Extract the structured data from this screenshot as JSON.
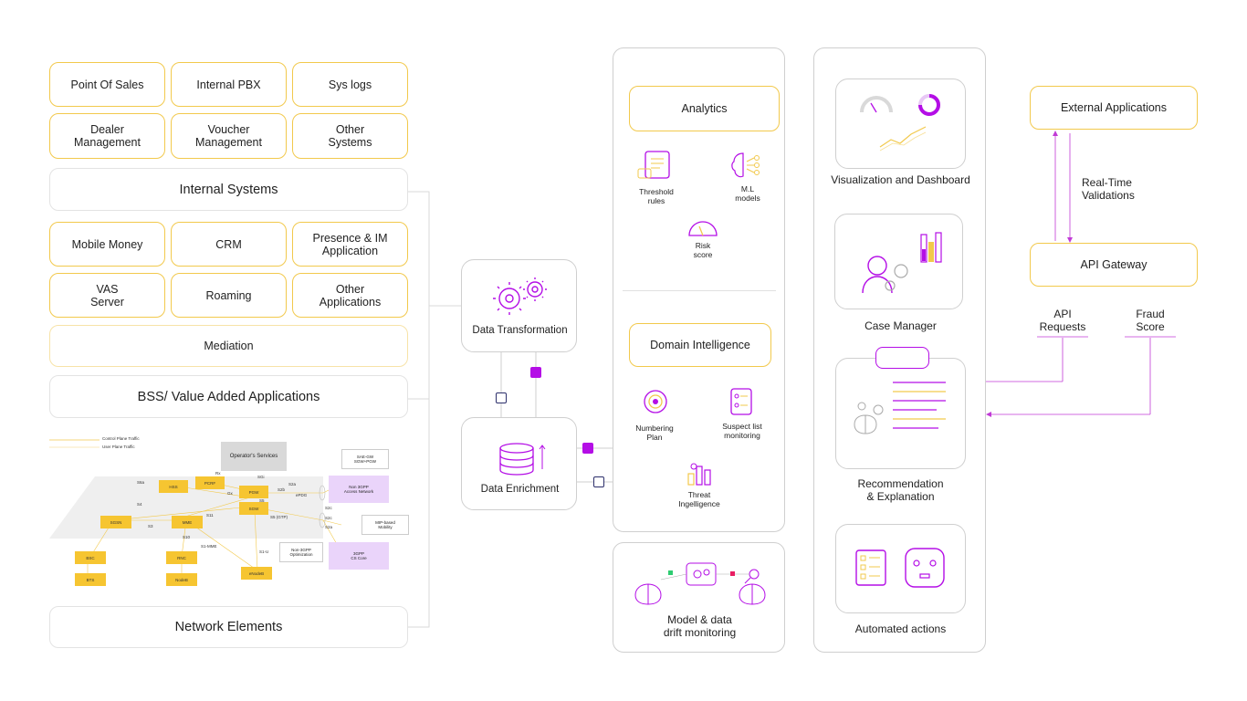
{
  "sources": {
    "row1": [
      "Point Of Sales",
      "Internal PBX",
      "Sys logs"
    ],
    "row2": [
      "Dealer\nManagement",
      "Voucher\nManagement",
      "Other\nSystems"
    ],
    "internal_systems": "Internal Systems",
    "row3": [
      "Mobile Money",
      "CRM",
      "Presence & IM\nApplication"
    ],
    "row4": [
      "VAS\nServer",
      "Roaming",
      "Other\nApplications"
    ],
    "mediation": "Mediation",
    "bss": "BSS/ Value Added Applications",
    "network_elements": "Network Elements"
  },
  "network_diagram": {
    "legend": [
      "Control Plane Traffic",
      "User Plane Traffic"
    ],
    "operator_services": "Operator's Services",
    "nodes": [
      "HSS",
      "PCRF",
      "PGW",
      "SGW",
      "SGSN",
      "MME",
      "BSC",
      "BTS",
      "RNC",
      "NodeB",
      "eNodeB",
      "ePDG"
    ],
    "boxes": [
      "SAE-GW\nSGW+PGW",
      "Non 3GPP\nAccess Network",
      "MIP-based\nMobility",
      "Non-3GPP\nOptimization",
      "3GPP\nCS Core"
    ],
    "links": [
      "S6a",
      "Gx",
      "S5",
      "S4",
      "S11",
      "S3",
      "S10",
      "S2a",
      "S2b",
      "S2c",
      "SGi",
      "S1-MME",
      "S1-U",
      "Rx",
      "S5 (GTP)",
      "S2c",
      "S2a"
    ]
  },
  "processing": {
    "transformation": "Data Transformation",
    "enrichment": "Data Enrichment"
  },
  "analytics_panel": {
    "analytics": "Analytics",
    "threshold": "Threshold\nrules",
    "ml": "M.L\nmodels",
    "risk": "Risk\nscore",
    "domain": "Domain Intelligence",
    "numbering": "Numbering\nPlan",
    "suspect": "Suspect list\nmonitoring",
    "threat": "Threat\nIngelligence"
  },
  "drift": {
    "label": "Model & data\ndrift monitoring"
  },
  "outputs": {
    "visualization": "Visualization and Dashboard",
    "case_manager": "Case Manager",
    "recommendation": "Recommendation\n& Explanation",
    "automated": "Automated actions"
  },
  "external": {
    "external_apps": "External Applications",
    "realtime": "Real-Time\nValidations",
    "gateway": "API Gateway",
    "api_requests": "API\nRequests",
    "fraud_score": "Fraud\nScore"
  },
  "colors": {
    "yellow": "#f2c94c",
    "node_yellow": "#f6c531",
    "purple": "#b40ee6",
    "magenta": "#c13ad6",
    "grey_border": "#cfcfcf"
  }
}
